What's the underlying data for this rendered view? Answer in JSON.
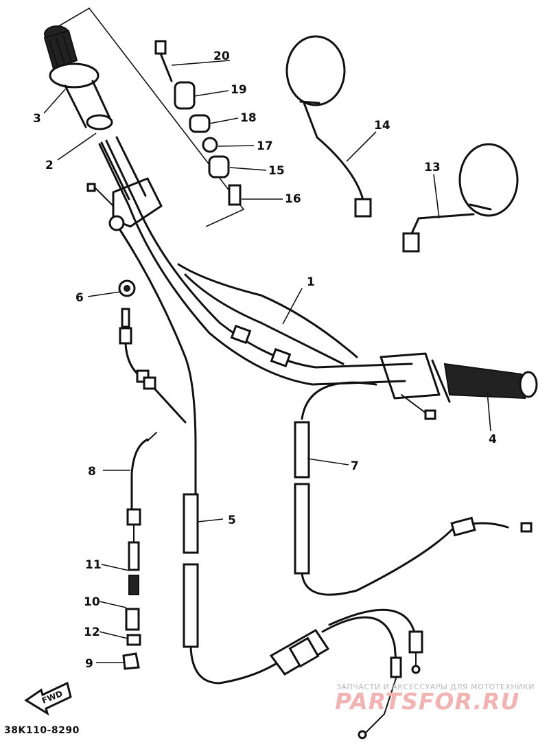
{
  "diagram": {
    "part_code": "38K110-8290",
    "fwd_label": "FWD",
    "watermark_small": "ЗАПЧАСТИ И АКСЕССУАРЫ ДЛЯ МОТОТЕХНИКИ",
    "watermark_big": "PARTSFOR.RU",
    "callouts": {
      "c1": "1",
      "c2": "2",
      "c3": "3",
      "c4": "4",
      "c5": "5",
      "c6": "6",
      "c7": "7",
      "c8": "8",
      "c9": "9",
      "c10": "10",
      "c11": "11",
      "c12": "12",
      "c13": "13",
      "c14": "14",
      "c15": "15",
      "c16": "16",
      "c17": "17",
      "c18": "18",
      "c19": "19",
      "c20": "20"
    }
  }
}
